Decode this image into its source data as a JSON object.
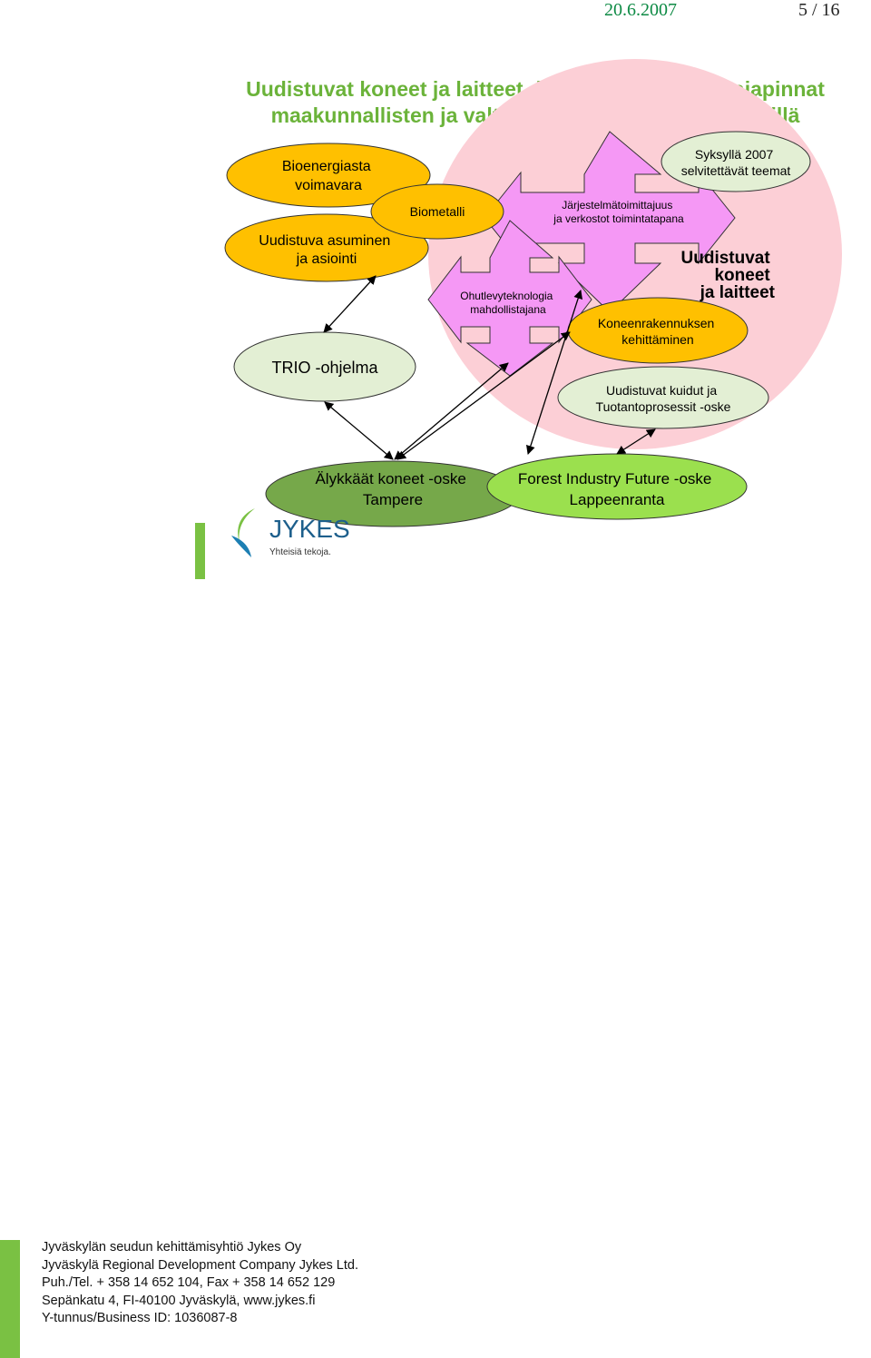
{
  "header": {
    "date": "20.6.2007",
    "page": "5 / 16"
  },
  "title": {
    "line1": "Uudistuvat koneet ja laitteet -klusterin teemat ja rajapinnat",
    "line2": "maakunnallisten ja valtakunnallisten ohjelmien välillä"
  },
  "diagram": {
    "bioenergia": [
      "Bioenergiasta",
      "voimavara"
    ],
    "uudistuva_asuminen": [
      "Uudistuva asuminen",
      "ja asiointi"
    ],
    "trio": "TRIO -ohjelma",
    "biometalli": "Biometalli",
    "ohutlevy": [
      "Ohutlevyteknologia",
      "mahdollistajana"
    ],
    "jarjestelma": [
      "Järjestelmätoimittajuus",
      "ja verkostot toimintatapana"
    ],
    "syksylla": [
      "Syksyllä 2007",
      "selvitettävät teemat"
    ],
    "uudistuvat_koneet": [
      "Uudistuvat",
      "koneet",
      "ja laitteet"
    ],
    "koneenrakennus": [
      "Koneenrakennuksen",
      "kehittäminen"
    ],
    "kuidut": [
      "Uudistuvat kuidut ja",
      "Tuotantoprosessit -oske"
    ],
    "alykkaat": [
      "Älykkäät koneet -oske",
      "Tampere"
    ],
    "forest": [
      "Forest Industry Future -oske",
      "Lappeenranta"
    ]
  },
  "logo": {
    "name": "JYKES",
    "tagline": "Yhteisiä tekoja."
  },
  "footer": {
    "lines": [
      "Jyväskylän seudun kehittämisyhtiö Jykes Oy",
      "Jyväskylä Regional Development Company Jykes Ltd.",
      "Puh./Tel. + 358 14 652 104, Fax + 358 14 652 129",
      "Sepänkatu 4, FI-40100 Jyväskylä, www.jykes.fi",
      "Y-tunnus/Business ID: 1036087-8"
    ]
  },
  "colors": {
    "title_green": "#6bb33a",
    "cluster_pink": "#fccfd6",
    "arrow_violet": "#f598f5",
    "orange": "#ffc000",
    "light_green": "#e3efd4",
    "olive_green": "#76a84a",
    "bright_green": "#9be04e",
    "footer_green": "#7ac143"
  }
}
